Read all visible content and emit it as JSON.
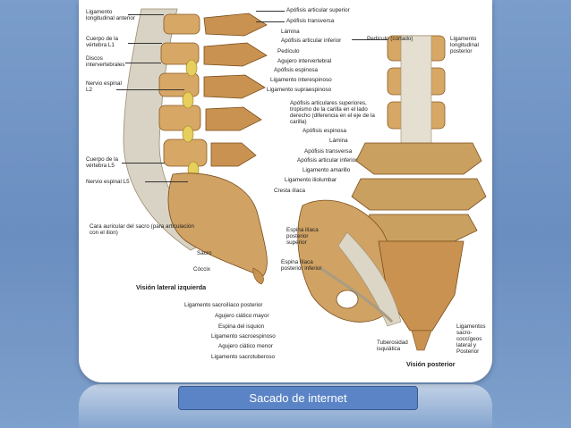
{
  "slide": {
    "caption": "Sacado de internet",
    "colors": {
      "background": "#6f93c4",
      "caption_box": "#5b84c6",
      "bone": "#d7a766",
      "ligament": "#d8d3c4"
    }
  },
  "lateral_view": {
    "title": "Visión lateral izquierda",
    "labels": {
      "ligamento_longitudinal_anterior": "Ligamento longitudinal anterior",
      "cuerpo_vertebra_l1": "Cuerpo de la vértebra L1",
      "discos_intervertebrales": "Discos intervertebrales",
      "nervio_espinal_l2": "Nervio espinal L2",
      "cuerpo_vertebra_l5": "Cuerpo de la vértebra L5",
      "nervio_espinal_l5": "Nervio espinal L5",
      "cara_auricular": "Cara auricular del sacro (para articulación con el ilion)",
      "sacro": "Sacro",
      "coccix": "Cóccix",
      "apofisis_articular_superior": "Apófisis articular superior",
      "apofisis_transversa": "Apófisis transversa",
      "lamina": "Lámina",
      "apofisis_articular_inferior": "Apófisis articular inferior",
      "pediculo": "Pedículo",
      "agujero_intervertebral": "Agujero intervertebral",
      "apofisis_espinosa": "Apófisis espinosa",
      "ligamento_interespinoso": "Ligamento interespinoso",
      "ligamento_supraespinoso": "Ligamento supraespinoso"
    }
  },
  "posterior_view": {
    "title": "Visión posterior",
    "labels": {
      "pediculo_cortado": "Pedículo (cortado)",
      "ligamento_longitudinal_posterior": "Ligamento longitudinal posterior",
      "apofisis_articulares_superiores": "Apófisis articulares superiores, tropismo de la carilla en el lado derecho (diferencia en el eje de la carilla)",
      "apofisis_espinosa": "Apófisis espinosa",
      "lamina": "Lámina",
      "apofisis_transversa": "Apófisis transversa",
      "apofisis_articular_inferior": "Apófisis articular inferior",
      "ligamento_amarillo": "Ligamento amarillo",
      "ligamento_iliolumbar": "Ligamento iliolumbar",
      "cresta_iliaca": "Cresta ilíaca",
      "espina_iliaca_posterior_superior": "Espina ilíaca posterior superior",
      "espina_iliaca_posterior_inferior": "Espina ilíaca posterior inferior",
      "ligamento_sacroiliaco_posterior": "Ligamento sacroilíaco posterior",
      "agujero_ciatico_mayor": "Agujero ciático mayor",
      "espina_isquion": "Espina del isquion",
      "ligamento_sacroespinoso": "Ligamento sacroespinoso",
      "agujero_ciatico_menor": "Agujero ciático menor",
      "ligamento_sacrotuberoso": "Ligamento sacrotuberoso",
      "tuberosidad_isquiatica": "Tuberosidad isquiática",
      "ligamentos_sacrococcigeos": "Ligamentos sacro-coccígeos lateral y Posterior"
    }
  }
}
